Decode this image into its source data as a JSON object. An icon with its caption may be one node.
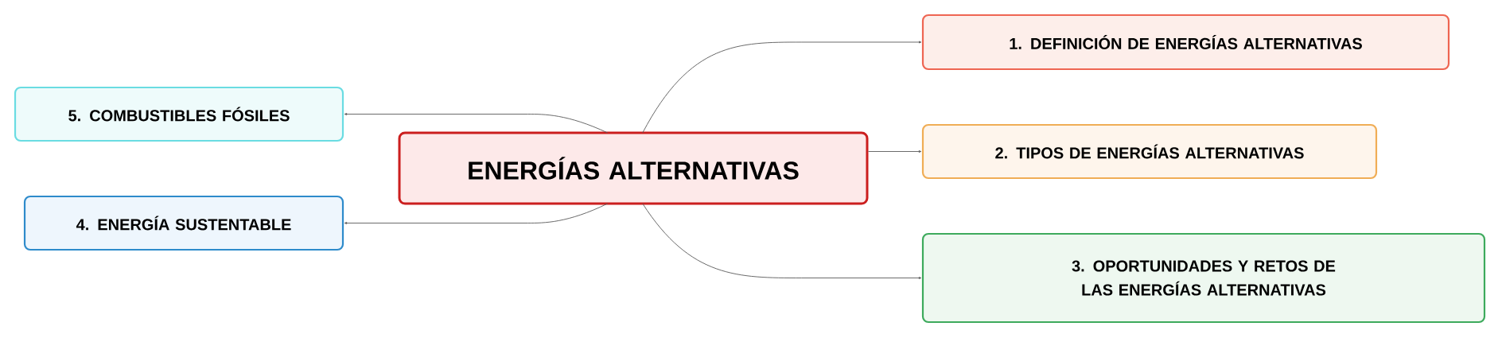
{
  "diagram": {
    "nodes": [
      {
        "text": [
          "ENERGÍAS ALTERNATIVAS"
        ]
      },
      {
        "text": [
          "1. DEFINICIÓN DE ENERGÍAS ALTERNATIVAS"
        ]
      },
      {
        "text": [
          "2. TIPOS DE ENERGÍAS ALTERNATIVAS"
        ]
      },
      {
        "text": [
          "3. OPORTUNIDADES Y RETOS DE LAS ENERGÍAS ALTERNATIVAS"
        ]
      },
      {
        "text": [
          "4. ENERGÍA SUSTENTABLE"
        ]
      },
      {
        "text": [
          "5. COMBUSTIBLES FÓSILES"
        ]
      }
    ],
    "edges": [
      {
        "from": 0,
        "to": 1,
        "arrow": "to"
      },
      {
        "from": 0,
        "to": 2,
        "arrow": "to"
      },
      {
        "from": 0,
        "to": 3,
        "arrow": "to"
      },
      {
        "from": 0,
        "to": 4,
        "arrow": "to"
      },
      {
        "from": 0,
        "to": 5,
        "arrow": "to"
      }
    ]
  }
}
